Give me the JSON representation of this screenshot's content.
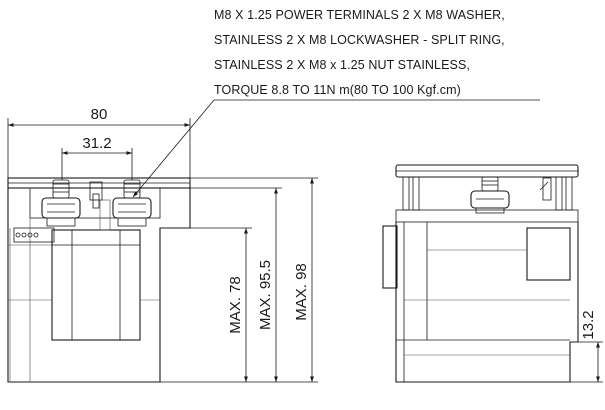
{
  "note": {
    "line1": "M8 X 1.25 POWER TERMINALS 2 X M8 WASHER,",
    "line2": "STAINLESS 2 X M8 LOCKWASHER - SPLIT RING,",
    "line3": "STAINLESS 2 X M8 x 1.25 NUT STAINLESS,",
    "line4": "TORQUE 8.8 TO 11N m(80 TO 100 Kgf.cm)"
  },
  "dimensions": {
    "overall_width": "80",
    "terminal_spacing": "31.2",
    "max_78": "MAX. 78",
    "max_95_5": "MAX. 95.5",
    "max_98": "MAX. 98",
    "side_13_2": "13.2"
  },
  "colors": {
    "line": "#1a1a1a",
    "hidden": "#4a4a4a",
    "background": "#ffffff"
  }
}
